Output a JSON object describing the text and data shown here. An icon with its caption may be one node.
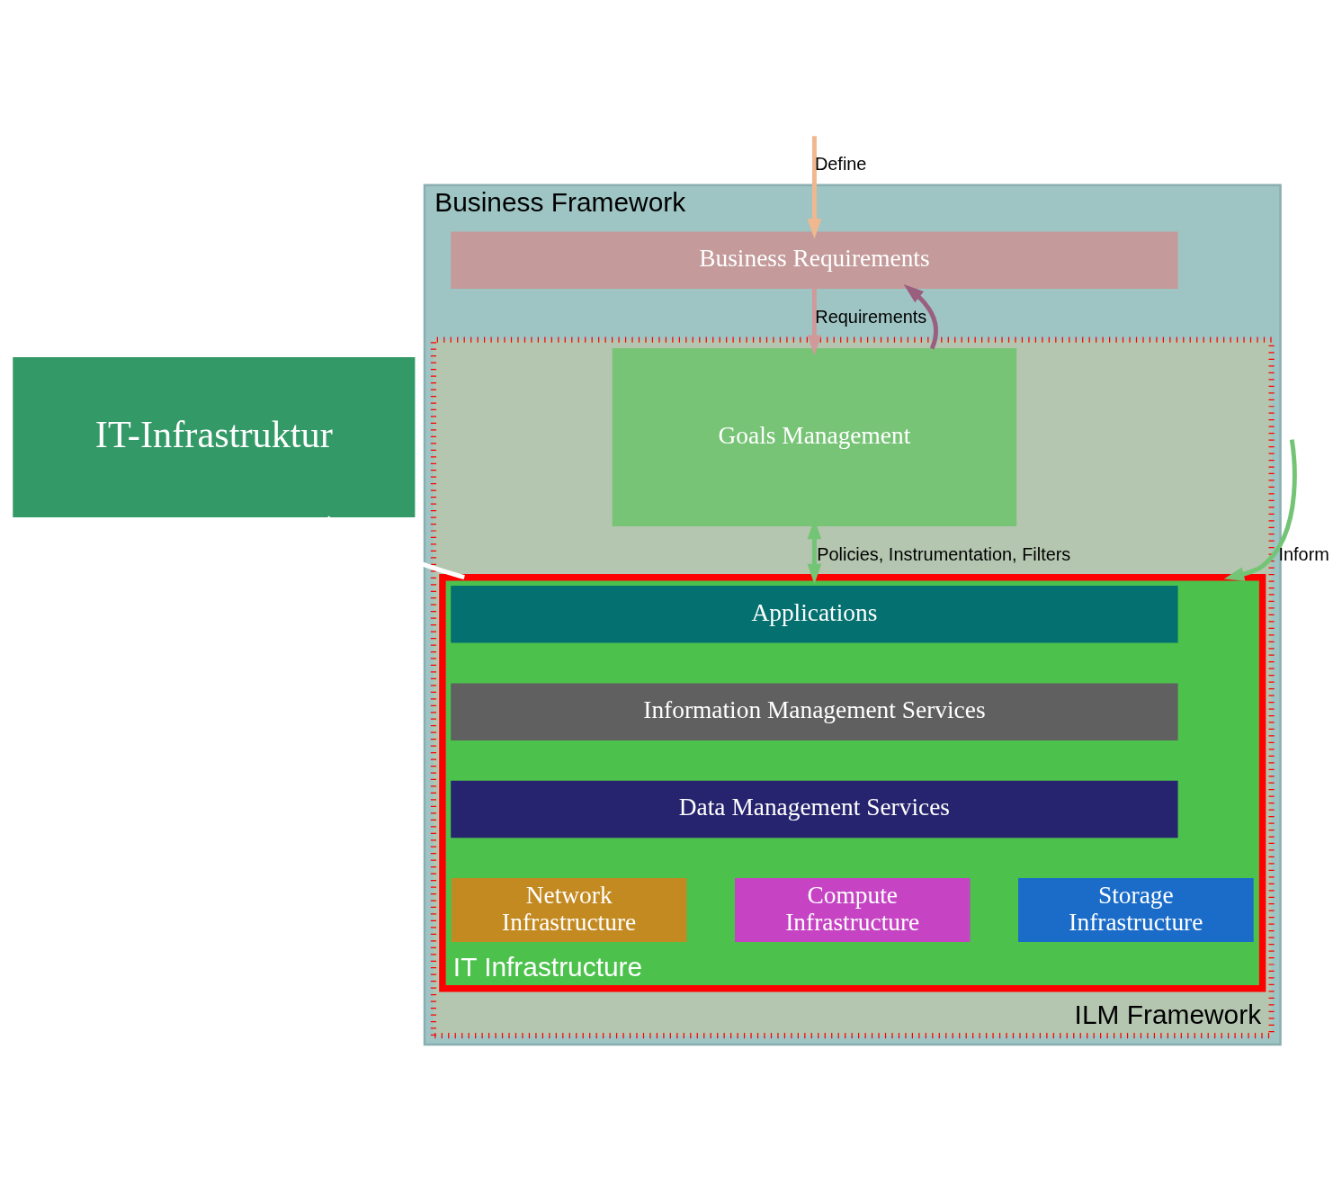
{
  "diagram": {
    "nodes": [
      {
        "text": [
          "Business Framework"
        ]
      },
      {
        "text": [
          "Business Requirements"
        ],
        "in": 0
      },
      {
        "text": [
          "ILM Framework"
        ],
        "in": 0
      },
      {
        "text": [
          "Goals Management"
        ],
        "in": 2
      },
      {
        "text": [
          "IT Infrastructure"
        ],
        "in": 2
      },
      {
        "text": [
          "Applications"
        ],
        "in": 4
      },
      {
        "text": [
          "Information Management Services"
        ],
        "in": 4
      },
      {
        "text": [
          "Data Management Services"
        ],
        "in": 4
      },
      {
        "text": [
          "Network",
          "Infrastructure"
        ],
        "in": 4
      },
      {
        "text": [
          "Compute",
          "Infrastructure"
        ],
        "in": 4
      },
      {
        "text": [
          "Storage",
          "Infrastructure"
        ],
        "in": 4
      },
      {
        "text": [
          "IT-Infrastruktur"
        ]
      }
    ],
    "edges": [
      {
        "from": null,
        "to": 1,
        "arrow": "to",
        "label": "Define",
        "color": "#f0b890"
      },
      {
        "from": 1,
        "to": 3,
        "arrow": "to",
        "label": "Requirements",
        "color": "#d09a9a"
      },
      {
        "from": 3,
        "to": 1,
        "arrow": "to",
        "color": "#9a5f7f"
      },
      {
        "from": null,
        "to": 4,
        "arrow": "to",
        "label": "Inform",
        "color": "#74c476"
      },
      {
        "from": 3,
        "to": 4,
        "arrow": "both",
        "label": "Policies, Instrumentation, Filters",
        "color": "#74c476"
      },
      {
        "from": 11,
        "to": 4,
        "arrow": "none",
        "color": "#ffffff"
      }
    ]
  }
}
